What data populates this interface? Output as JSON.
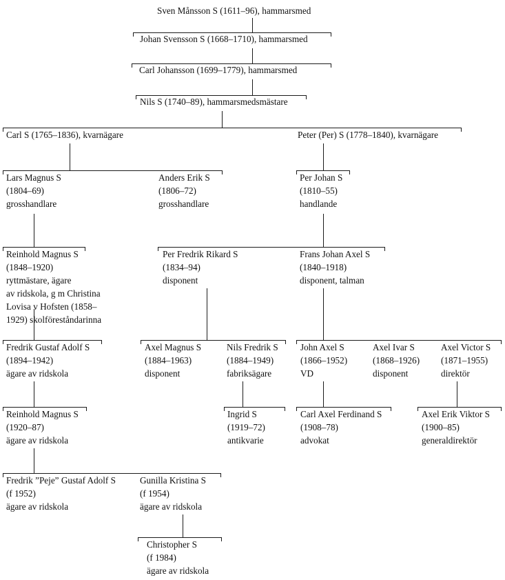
{
  "title": "Släkttavla – Sandberg",
  "colors": {
    "line": "#1a1a1a",
    "text": "#111111",
    "background": "#ffffff"
  },
  "people": {
    "sven": {
      "name": "Sven Månsson S (1611–96), hammarsmed"
    },
    "johan": {
      "name": "Johan Svensson S (1668–1710), hammarsmed"
    },
    "carl_johansson": {
      "name": "Carl Johansson (1699–1779), hammarsmed"
    },
    "nils": {
      "name": "Nils S (1740–89), hammarsmedsmästare"
    },
    "carl_s": {
      "name": "Carl S (1765–1836), kvarnägare"
    },
    "peter": {
      "name": "Peter (Per) S (1778–1840), kvarnägare"
    },
    "lars_magnus": {
      "l1": "Lars Magnus S",
      "l2": "(1804–69)",
      "l3": "grosshandlare"
    },
    "anders_erik": {
      "l1": "Anders Erik S",
      "l2": "(1806–72)",
      "l3": "grosshandlare"
    },
    "per_johan": {
      "l1": "Per Johan S",
      "l2": "(1810–55)",
      "l3": "handlande"
    },
    "reinhold_1848": {
      "l1": "Reinhold Magnus S",
      "l2": "(1848–1920)",
      "l3": "ryttmästare, ägare",
      "l4": "av ridskola, g m Christina",
      "l5": "Lovisa v Hofsten (1858–",
      "l6": "1929) skolföreståndarinna"
    },
    "per_fredrik": {
      "l1": "Per Fredrik Rikard S",
      "l2": "(1834–94)",
      "l3": "disponent"
    },
    "frans_johan": {
      "l1": "Frans Johan Axel S",
      "l2": "(1840–1918)",
      "l3": "disponent, talman"
    },
    "fredrik_gustaf": {
      "l1": "Fredrik Gustaf Adolf S",
      "l2": "(1894–1942)",
      "l3": "ägare av ridskola"
    },
    "axel_magnus": {
      "l1": "Axel Magnus S",
      "l2": "(1884–1963)",
      "l3": "disponent"
    },
    "nils_fredrik": {
      "l1": "Nils Fredrik S",
      "l2": "(1884–1949)",
      "l3": "fabriksägare"
    },
    "john_axel": {
      "l1": "John Axel S",
      "l2": "(1866–1952)",
      "l3": "VD"
    },
    "axel_ivar": {
      "l1": "Axel Ivar S",
      "l2": "(1868–1926)",
      "l3": "disponent"
    },
    "axel_victor": {
      "l1": "Axel Victor S",
      "l2": "(1871–1955)",
      "l3": "direktör"
    },
    "reinhold_1920": {
      "l1": "Reinhold Magnus S",
      "l2": "(1920–87)",
      "l3": "ägare av ridskola"
    },
    "ingrid": {
      "l1": "Ingrid S",
      "l2": "(1919–72)",
      "l3": "antikvarie"
    },
    "carl_axel_ferdinand": {
      "l1": "Carl Axel Ferdinand S",
      "l2": "(1908–78)",
      "l3": "advokat"
    },
    "axel_erik_viktor": {
      "l1": "Axel Erik Viktor S",
      "l2": "(1900–85)",
      "l3": "generaldirektör"
    },
    "fredrik_peje": {
      "l1": "Fredrik ”Peje” Gustaf Adolf S",
      "l2": "(f 1952)",
      "l3": "ägare av ridskola"
    },
    "gunilla": {
      "l1": "Gunilla Kristina S",
      "l2": "(f 1954)",
      "l3": "ägare av ridskola"
    },
    "christopher": {
      "l1": "Christopher S",
      "l2": "(f 1984)",
      "l3": "ägare av ridskola"
    }
  }
}
